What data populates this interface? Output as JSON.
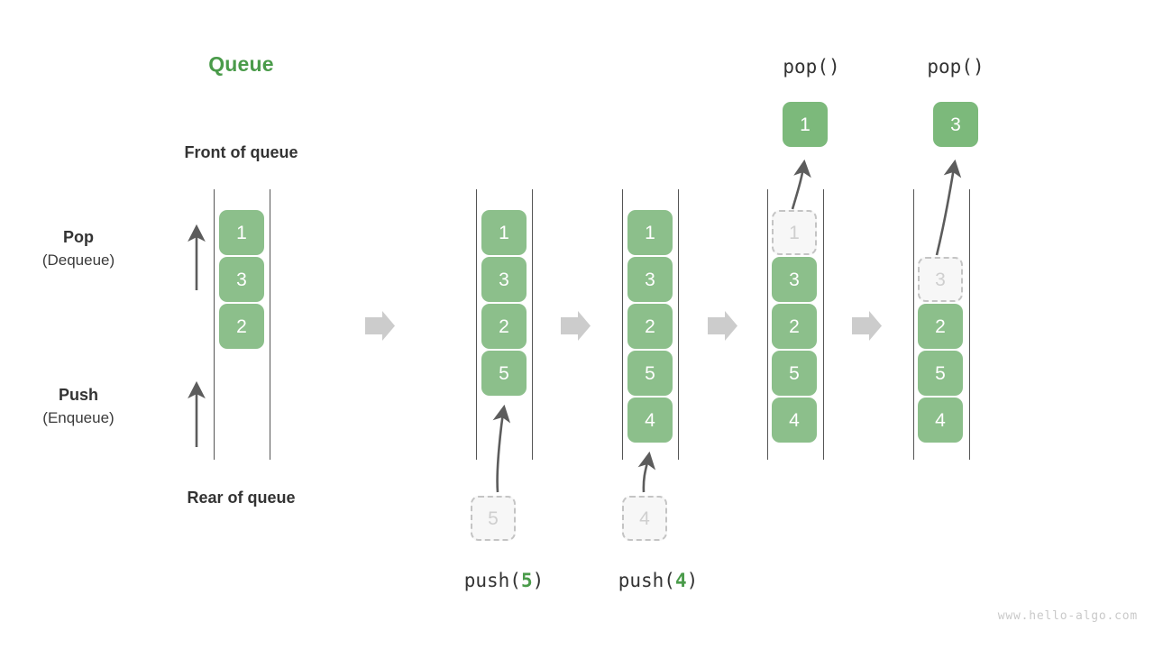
{
  "diagram": {
    "title": "Queue",
    "front_label": "Front of queue",
    "rear_label": "Rear of queue",
    "watermark": "www.hello-algo.com",
    "accent_green": "#4a9b4a",
    "cell_green": "#8cbf8b",
    "ghost_gray": "#cfcfcf",
    "arrow_gray": "#cccccc",
    "side_labels": [
      {
        "name": "pop",
        "title": "Pop",
        "subtitle": "(Dequeue)"
      },
      {
        "name": "push",
        "title": "Push",
        "subtitle": "(Enqueue)"
      }
    ],
    "columns": [
      {
        "id": "initial",
        "caption": "",
        "cells": [
          {
            "value": "1",
            "state": "filled"
          },
          {
            "value": "3",
            "state": "filled"
          },
          {
            "value": "2",
            "state": "filled"
          }
        ]
      },
      {
        "id": "push-5",
        "caption_prefix": "push(",
        "caption_value": "5",
        "caption_suffix": ")",
        "incoming_value": "5",
        "cells": [
          {
            "value": "1",
            "state": "filled"
          },
          {
            "value": "3",
            "state": "filled"
          },
          {
            "value": "2",
            "state": "filled"
          },
          {
            "value": "5",
            "state": "filled"
          }
        ]
      },
      {
        "id": "push-4",
        "caption_prefix": "push(",
        "caption_value": "4",
        "caption_suffix": ")",
        "incoming_value": "4",
        "cells": [
          {
            "value": "1",
            "state": "filled"
          },
          {
            "value": "3",
            "state": "filled"
          },
          {
            "value": "2",
            "state": "filled"
          },
          {
            "value": "5",
            "state": "filled"
          },
          {
            "value": "4",
            "state": "filled"
          }
        ]
      },
      {
        "id": "pop-1",
        "header": "pop()",
        "popped_value": "1",
        "cells": [
          {
            "value": "1",
            "state": "ghost"
          },
          {
            "value": "3",
            "state": "filled"
          },
          {
            "value": "2",
            "state": "filled"
          },
          {
            "value": "5",
            "state": "filled"
          },
          {
            "value": "4",
            "state": "filled"
          }
        ]
      },
      {
        "id": "pop-3",
        "header": "pop()",
        "popped_value": "3",
        "cells": [
          {
            "value": "3",
            "state": "ghost"
          },
          {
            "value": "2",
            "state": "filled"
          },
          {
            "value": "5",
            "state": "filled"
          },
          {
            "value": "4",
            "state": "filled"
          }
        ]
      }
    ],
    "step_arrows": 4
  }
}
